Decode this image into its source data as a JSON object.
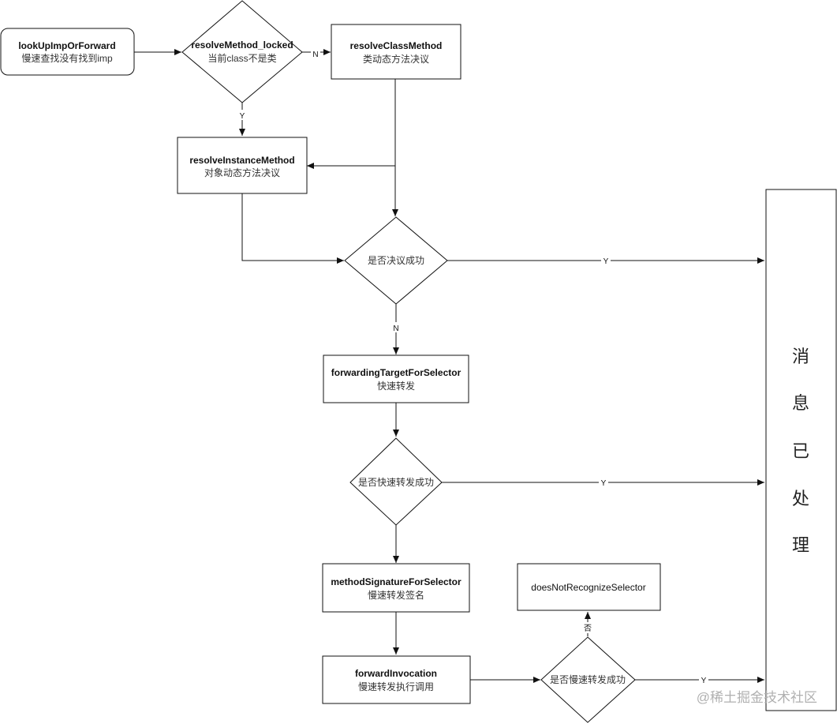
{
  "nodes": {
    "lookup": {
      "title": "lookUpImpOrForward",
      "subtitle": "慢速查找没有找到imp"
    },
    "resolve_locked": {
      "title": "resolveMethod_locked",
      "subtitle": "当前class不是类"
    },
    "resolve_class": {
      "title": "resolveClassMethod",
      "subtitle": "类动态方法决议"
    },
    "resolve_instance": {
      "title": "resolveInstanceMethod",
      "subtitle": "对象动态方法决议"
    },
    "decision_resolved": {
      "label": "是否决议成功"
    },
    "forwarding_target": {
      "title": "forwardingTargetForSelector",
      "subtitle": "快速转发"
    },
    "decision_fast": {
      "label": "是否快速转发成功"
    },
    "method_signature": {
      "title": "methodSignatureForSelector",
      "subtitle": "慢速转发签名"
    },
    "forward_invocation": {
      "title": "forwardInvocation",
      "subtitle": "慢速转发执行调用"
    },
    "decision_slow": {
      "label": "是否慢速转发成功"
    },
    "not_recognize": {
      "title": "doesNotRecognizeSelector"
    },
    "handled": {
      "chars": [
        "消",
        "息",
        "已",
        "处",
        "理"
      ]
    }
  },
  "edge_labels": {
    "locked_no": "N",
    "locked_yes": "Y",
    "resolved_yes": "Y",
    "resolved_no": "N",
    "fast_yes": "Y",
    "slow_yes": "Y",
    "slow_no": "否"
  },
  "watermark": "@稀土掘金技术社区"
}
